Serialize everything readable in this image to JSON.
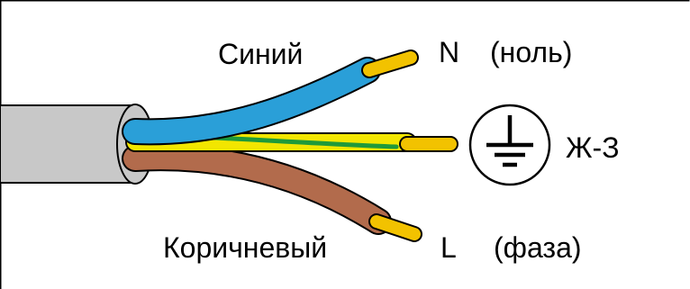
{
  "labels": {
    "blue_wire": "Синий",
    "brown_wire": "Коричневый",
    "neutral_letter": "N",
    "neutral_name": "(ноль)",
    "ground_name": "Ж-З",
    "phase_letter": "L",
    "phase_name": "(фаза)"
  },
  "colors": {
    "sheath": "#c8c8c8",
    "blue": "#2a9fd8",
    "green": "#1f9a3a",
    "yellow": "#f2e600",
    "brown": "#b26b4c",
    "copper": "#f2c200",
    "outline": "#000000"
  },
  "icons": {
    "ground_symbol": "earth-ground-icon"
  }
}
